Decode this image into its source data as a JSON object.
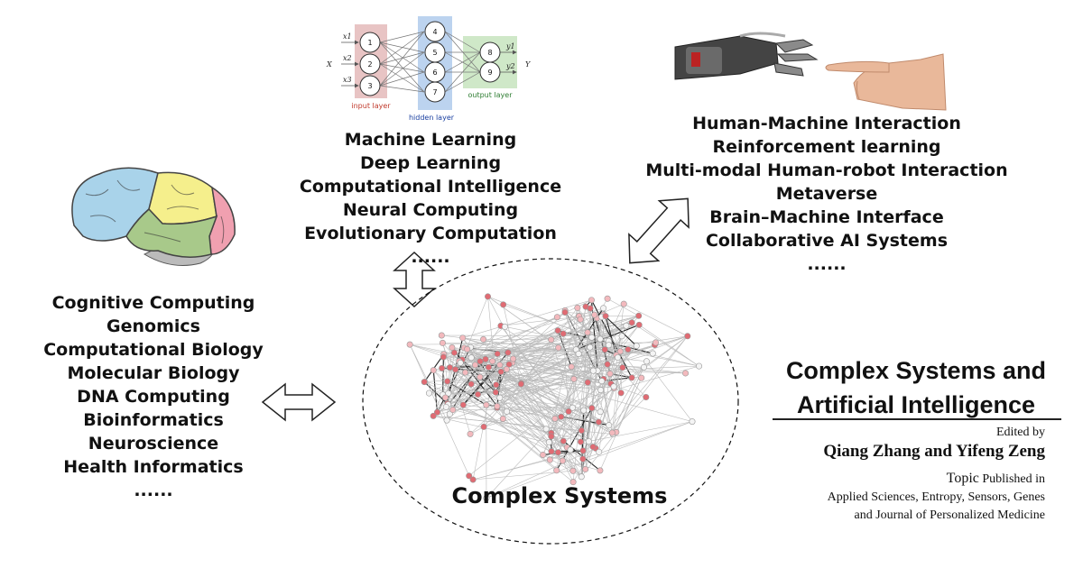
{
  "neural_net": {
    "x_label": "X",
    "y_label": "Y",
    "inputs": [
      "x1",
      "x2",
      "x3"
    ],
    "input_nodes": [
      "1",
      "2",
      "3"
    ],
    "hidden_nodes": [
      "4",
      "5",
      "6",
      "7"
    ],
    "output_nodes": [
      "8",
      "9"
    ],
    "outputs": [
      "y1",
      "y2"
    ],
    "input_layer_label": "input layer",
    "hidden_layer_label": "hidden layer",
    "output_layer_label": "output layer",
    "colors": {
      "input": "#e8c4c4",
      "hidden": "#bcd3ef",
      "output": "#cfe8c8",
      "input_text": "#c0392b",
      "hidden_text": "#1a3fa0",
      "output_text": "#2e7d32"
    }
  },
  "ml_list": [
    "Machine Learning",
    "Deep Learning",
    "Computational Intelligence",
    "Neural Computing",
    "Evolutionary Computation",
    "......"
  ],
  "hmi_list": [
    "Human-Machine Interaction",
    "Reinforcement learning",
    "Multi-modal Human-robot Interaction",
    "Metaverse",
    "Brain–Machine Interface",
    "Collaborative AI Systems",
    "......"
  ],
  "bio_list": [
    "Cognitive Computing",
    "Genomics",
    "Computational Biology",
    "Molecular Biology",
    "DNA Computing",
    "Bioinformatics",
    "Neuroscience",
    "Health Informatics",
    "......"
  ],
  "center_label": "Complex Systems",
  "title_lines": [
    "Complex Systems and",
    "Artificial Intelligence"
  ],
  "edited_by": "Edited by",
  "editors": "Qiang Zhang and Yifeng Zeng",
  "topic_word": "Topic",
  "published_in": " Published in",
  "journals_line1": "Applied Sciences, Entropy, Sensors, Genes",
  "journals_line2": "and Journal of Personalized Medicine",
  "brain_colors": {
    "frontal": "#a9d3ea",
    "parietal": "#f5ef8c",
    "temporal": "#a8c98a",
    "occipital": "#f0a0b0",
    "cerebellum": "#bbbbbb"
  }
}
